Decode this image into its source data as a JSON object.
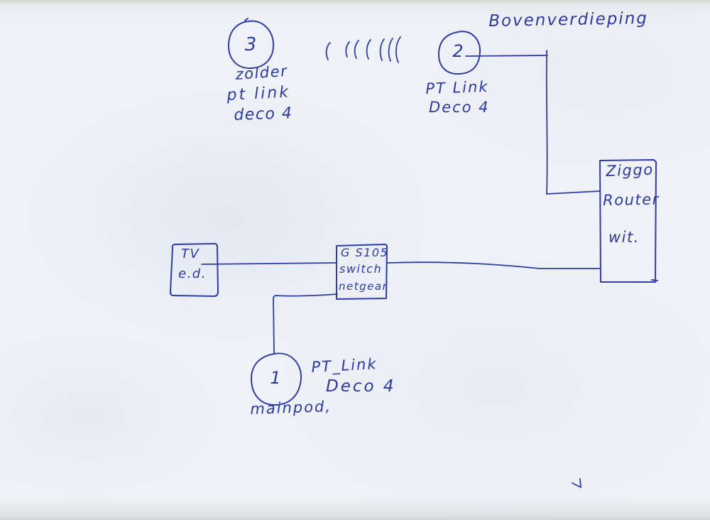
{
  "palette": {
    "ink": "#2c3aa0",
    "paper": "#eef1f6"
  },
  "annotations": {
    "floor_label": "Bovenverdieping"
  },
  "icons": {
    "wifi_waves_icon": "((((((("
  },
  "nodes": {
    "deco3": {
      "number": "3",
      "location": "zolder",
      "label_line1": "pt link",
      "label_line2": "deco 4"
    },
    "deco2": {
      "number": "2",
      "label_line1": "PT Link",
      "label_line2": "Deco 4"
    },
    "deco1": {
      "number": "1",
      "label_line1": "PT_Link",
      "label_line2": "Deco 4",
      "location": "mainpod,"
    },
    "router": {
      "line1": "Ziggo",
      "line2": "Router",
      "line3": "wit."
    },
    "switch": {
      "line1": "G S105",
      "line2": "switch",
      "line3": "netgear"
    },
    "tv": {
      "line1": "TV",
      "line2": "e.d."
    }
  }
}
